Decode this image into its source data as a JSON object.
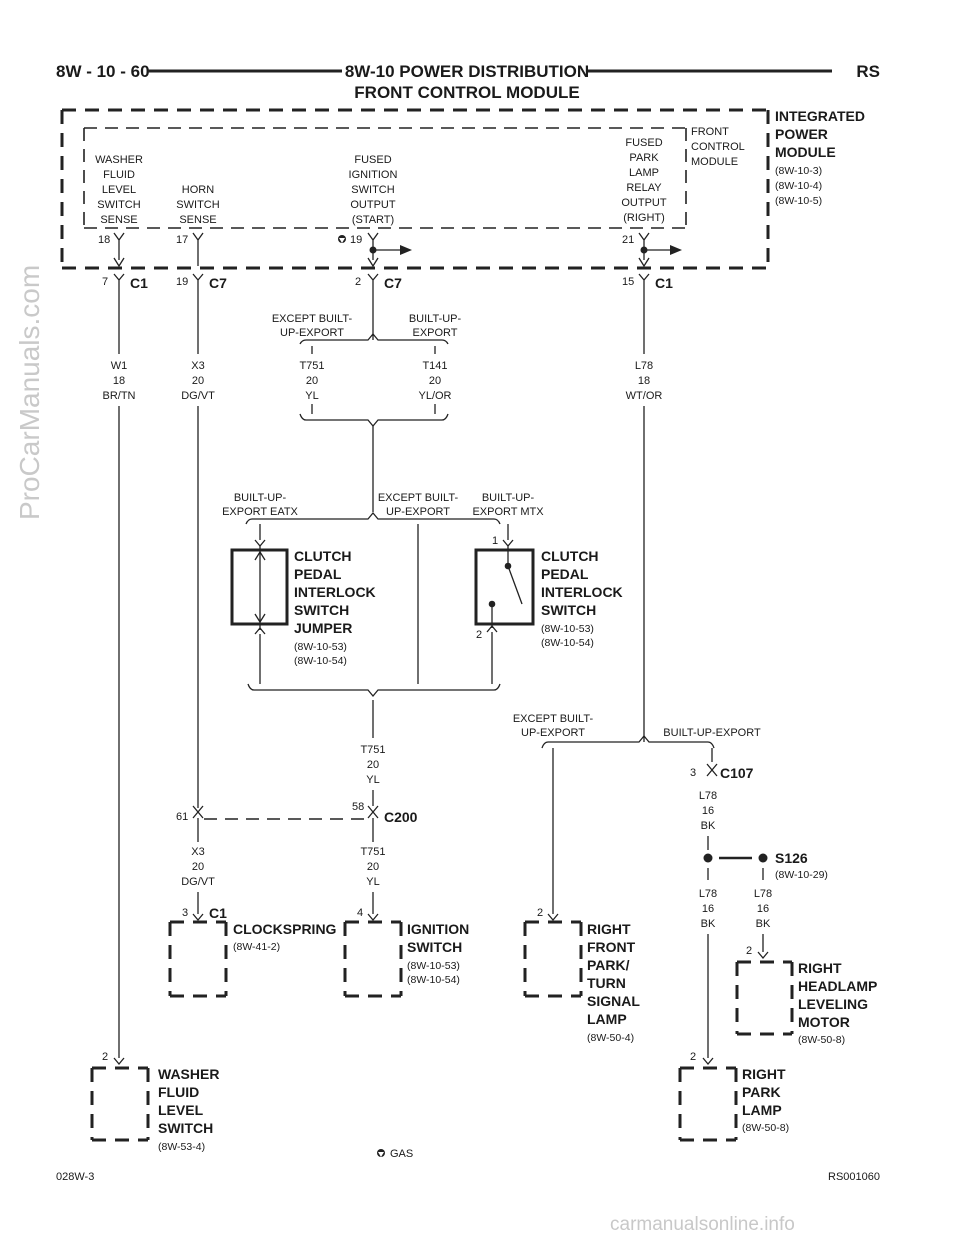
{
  "header": {
    "page_id": "8W - 10 - 60",
    "title_line1": "8W-10 POWER DISTRIBUTION",
    "title_line2": "FRONT CONTROL MODULE",
    "model": "RS"
  },
  "ipm": {
    "name": [
      "INTEGRATED",
      "POWER",
      "MODULE"
    ],
    "refs": [
      "(8W-10-3)",
      "(8W-10-4)",
      "(8W-10-5)"
    ],
    "fcm_name": [
      "FRONT",
      "CONTROL",
      "MODULE"
    ],
    "circuits": [
      {
        "label": [
          "WASHER",
          "FLUID",
          "LEVEL",
          "SWITCH",
          "SENSE"
        ],
        "pin": "18"
      },
      {
        "label": [
          "HORN",
          "SWITCH",
          "SENSE"
        ],
        "pin": "17"
      },
      {
        "label": [
          "FUSED",
          "IGNITION",
          "SWITCH",
          "OUTPUT",
          "(START)"
        ],
        "pin": "19"
      },
      {
        "label": [
          "FUSED",
          "PARK",
          "LAMP",
          "RELAY",
          "OUTPUT",
          "(RIGHT)"
        ],
        "pin": "21"
      }
    ]
  },
  "connectors": {
    "c1_left": {
      "pin": "7",
      "name": "C1"
    },
    "c7_a": {
      "pin": "19",
      "name": "C7"
    },
    "c7_b": {
      "pin": "2",
      "name": "C7"
    },
    "c1_right": {
      "pin": "15",
      "name": "C1"
    },
    "c107": {
      "pin": "3",
      "name": "C107"
    },
    "c200_left": {
      "pin": "61"
    },
    "c200_right": {
      "pin": "58",
      "name": "C200"
    },
    "c1_clock": {
      "pin": "3",
      "name": "C1"
    },
    "ign_pin": "4",
    "rfl_pin": "2",
    "rhm_pin": "2",
    "rpl_pin": "2",
    "wfl_pin": "2"
  },
  "wires": {
    "w1": [
      "W1",
      "18",
      "BR/TN"
    ],
    "x3_top": [
      "X3",
      "20",
      "DG/VT"
    ],
    "t751_top": [
      "T751",
      "20",
      "YL"
    ],
    "t141": [
      "T141",
      "20",
      "YL/OR"
    ],
    "l78_top": [
      "L78",
      "18",
      "WT/OR"
    ],
    "t751_mid": [
      "T751",
      "20",
      "YL"
    ],
    "l78_c107": [
      "L78",
      "16",
      "BK"
    ],
    "x3_bot": [
      "X3",
      "20",
      "DG/VT"
    ],
    "t751_bot": [
      "T751",
      "20",
      "YL"
    ],
    "l78_lamp": [
      "L78",
      "16",
      "BK"
    ],
    "l78_s126": [
      "L78",
      "16",
      "BK"
    ]
  },
  "options": {
    "except_bue_top": [
      "EXCEPT BUILT-",
      "UP-EXPORT"
    ],
    "bue_top": [
      "BUILT-UP-",
      "EXPORT"
    ],
    "bue_eatx": [
      "BUILT-UP-",
      "EXPORT EATX"
    ],
    "except_bue_mid": [
      "EXCEPT BUILT-",
      "UP-EXPORT"
    ],
    "bue_mtx": [
      "BUILT-UP-",
      "EXPORT MTX"
    ],
    "except_bue_right": [
      "EXCEPT BUILT-",
      "UP-EXPORT"
    ],
    "bue_right": "BUILT-UP-EXPORT"
  },
  "components": {
    "jumper": {
      "name": [
        "CLUTCH",
        "PEDAL",
        "INTERLOCK",
        "SWITCH",
        "JUMPER"
      ],
      "refs": [
        "(8W-10-53)",
        "(8W-10-54)"
      ]
    },
    "clutch_switch": {
      "name": [
        "CLUTCH",
        "PEDAL",
        "INTERLOCK",
        "SWITCH"
      ],
      "refs": [
        "(8W-10-53)",
        "(8W-10-54)"
      ],
      "pin_top": "1",
      "pin_bot": "2"
    },
    "clockspring": {
      "name": [
        "CLOCKSPRING"
      ],
      "refs": [
        "(8W-41-2)"
      ]
    },
    "ignition_switch": {
      "name": [
        "IGNITION",
        "SWITCH"
      ],
      "refs": [
        "(8W-10-53)",
        "(8W-10-54)"
      ]
    },
    "right_front_lamp": {
      "name": [
        "RIGHT",
        "FRONT",
        "PARK/",
        "TURN",
        "SIGNAL",
        "LAMP"
      ],
      "refs": [
        "(8W-50-4)"
      ]
    },
    "splice": {
      "name": "S126",
      "ref": "(8W-10-29)"
    },
    "headlamp_motor": {
      "name": [
        "RIGHT",
        "HEADLAMP",
        "LEVELING",
        "MOTOR"
      ],
      "refs": [
        "(8W-50-8)"
      ]
    },
    "park_lamp": {
      "name": [
        "RIGHT",
        "PARK",
        "LAMP"
      ],
      "refs": [
        "(8W-50-8)"
      ]
    },
    "washer_switch": {
      "name": [
        "WASHER",
        "FLUID",
        "LEVEL",
        "SWITCH"
      ],
      "refs": [
        "(8W-53-4)"
      ]
    }
  },
  "legend": {
    "gas": "GAS"
  },
  "footer": {
    "left": "028W-3",
    "right": "RS001060"
  },
  "watermarks": {
    "side": "ProCarManuals.com",
    "bottom": "carmanualsonline.info"
  },
  "icons": {
    "gas_symbol": "gas-engine-icon",
    "splice_dot": "splice-dot-icon",
    "fork": "connector-fork-icon"
  }
}
